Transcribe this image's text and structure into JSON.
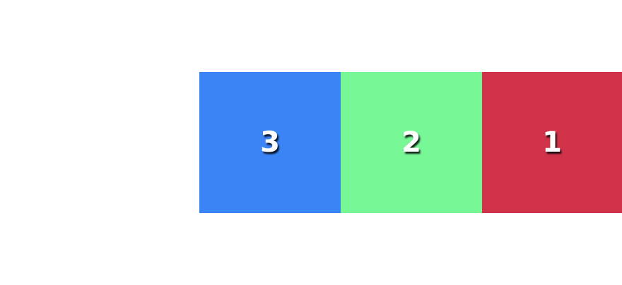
{
  "boxes": [
    {
      "label": "3",
      "color": "#3a84f5"
    },
    {
      "label": "2",
      "color": "#78f797"
    },
    {
      "label": "1",
      "color": "#cf3249"
    }
  ]
}
